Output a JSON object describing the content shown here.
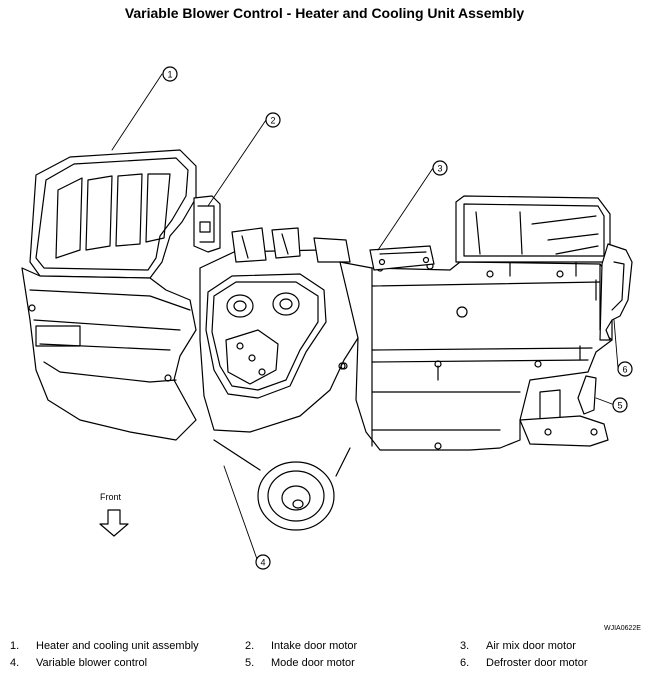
{
  "title": "Variable Blower Control - Heater and Cooling Unit Assembly",
  "front_label": "Front",
  "drawing_code": "WJIA0622E",
  "callouts": [
    "1",
    "2",
    "3",
    "4",
    "5",
    "6"
  ],
  "legend": [
    {
      "num": "1.",
      "text": "Heater and cooling unit assembly"
    },
    {
      "num": "2.",
      "text": "Intake door motor"
    },
    {
      "num": "3.",
      "text": "Air mix door motor"
    },
    {
      "num": "4.",
      "text": "Variable blower control"
    },
    {
      "num": "5.",
      "text": "Mode door motor"
    },
    {
      "num": "6.",
      "text": "Defroster door motor"
    }
  ]
}
